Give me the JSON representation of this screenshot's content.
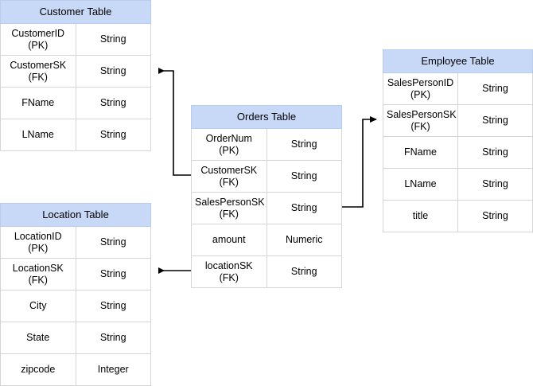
{
  "diagram": {
    "type": "entity-relationship-diagram",
    "background_color": "#ffffff",
    "header_color": "#c8d8f7",
    "border_color": "#d5d5d5",
    "line_color": "#000000",
    "tables": [
      {
        "id": "customer",
        "title": "Customer Table",
        "rows": [
          {
            "field": "CustomerID (PK)",
            "type": "String"
          },
          {
            "field": "CustomerSK (FK)",
            "type": "String"
          },
          {
            "field": "FName",
            "type": "String"
          },
          {
            "field": "LName",
            "type": "String"
          }
        ]
      },
      {
        "id": "orders",
        "title": "Orders Table",
        "rows": [
          {
            "field": "OrderNum (PK)",
            "type": "String"
          },
          {
            "field": "CustomerSK (FK)",
            "type": "String"
          },
          {
            "field": "SalesPersonSK (FK)",
            "type": "String"
          },
          {
            "field": "amount",
            "type": "Numeric"
          },
          {
            "field": "locationSK (FK)",
            "type": "String"
          }
        ]
      },
      {
        "id": "employee",
        "title": "Employee Table",
        "rows": [
          {
            "field": "SalesPersonID (PK)",
            "type": "String"
          },
          {
            "field": "SalesPersonSK (FK)",
            "type": "String"
          },
          {
            "field": "FName",
            "type": "String"
          },
          {
            "field": "LName",
            "type": "String"
          },
          {
            "field": "title",
            "type": "String"
          }
        ]
      },
      {
        "id": "location",
        "title": "Location Table",
        "rows": [
          {
            "field": "LocationID (PK)",
            "type": "String"
          },
          {
            "field": "LocationSK (FK)",
            "type": "String"
          },
          {
            "field": "City",
            "type": "String"
          },
          {
            "field": "State",
            "type": "String"
          },
          {
            "field": "zipcode",
            "type": "Integer"
          }
        ]
      }
    ],
    "relationships": [
      {
        "id": "orders-to-customer",
        "from": "orders.CustomerSK (FK)",
        "to": "customer.CustomerSK (FK)"
      },
      {
        "id": "orders-to-employee",
        "from": "orders.SalesPersonSK (FK)",
        "to": "employee.SalesPersonSK (FK)"
      },
      {
        "id": "orders-to-location",
        "from": "orders.locationSK (FK)",
        "to": "location.LocationSK (FK)"
      }
    ]
  }
}
